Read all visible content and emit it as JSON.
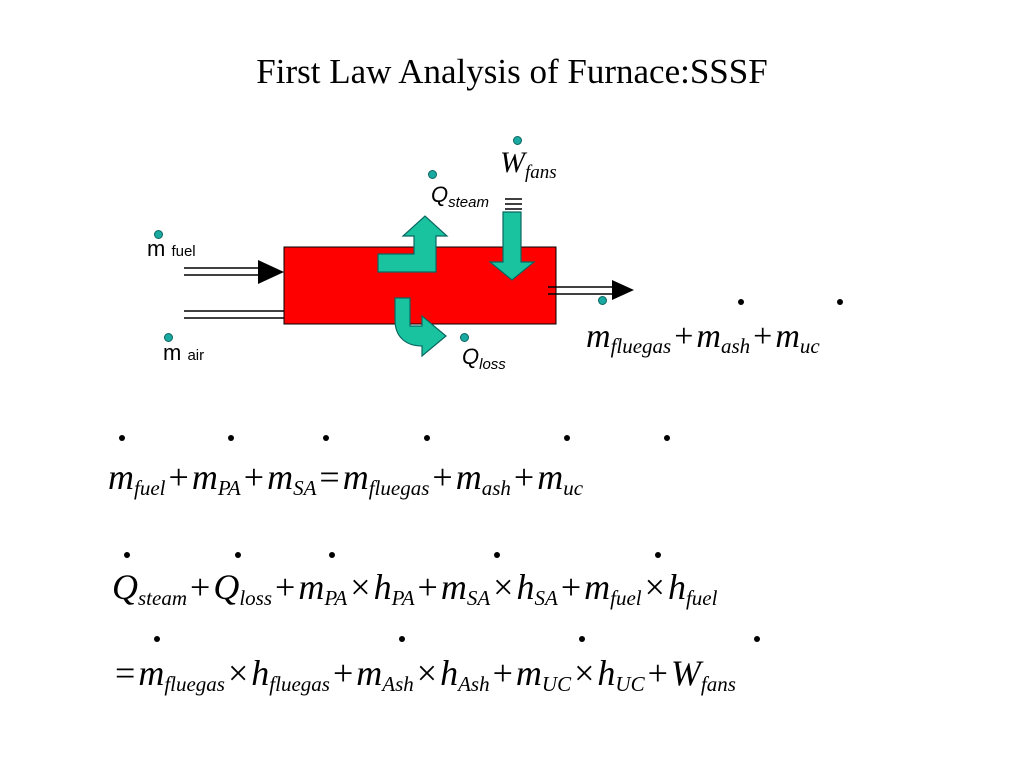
{
  "title": "First Law Analysis of Furnace:SSSF",
  "diagram": {
    "furnace_color": "#ff0000",
    "arrow_color": "#19c3a0",
    "labels": {
      "m_fuel": {
        "m": "m",
        "sub": "fuel"
      },
      "m_air": {
        "m": "m",
        "sub": "air"
      },
      "q_steam": {
        "sym": "Q",
        "sub": "steam"
      },
      "q_loss": {
        "sym": "Q",
        "sub": "loss"
      },
      "w_fans": {
        "sym": "W",
        "sub": "fans"
      }
    },
    "outlet_expression": {
      "t1": "m",
      "s1": "fluegas",
      "op1": "+",
      "t2": "m",
      "s2": "ash",
      "op2": "+",
      "t3": "m",
      "s3": "uc"
    }
  },
  "equations": {
    "mass_balance": {
      "a": "m",
      "as": "fuel",
      "p1": "+",
      "b": "m",
      "bs": "PA",
      "p2": "+",
      "c": "m",
      "cs": "SA",
      "eq": "=",
      "d": "m",
      "ds": "fluegas",
      "p3": "+",
      "e": "m",
      "es": "ash",
      "p4": "+",
      "f": "m",
      "fs": "uc"
    },
    "energy_line1": {
      "q1": "Q",
      "q1s": "steam",
      "p1": "+",
      "q2": "Q",
      "q2s": "loss",
      "p2": "+",
      "m1": "m",
      "m1s": "PA",
      "x1": "×",
      "h1": "h",
      "h1s": "PA",
      "p3": "+",
      "m2": "m",
      "m2s": "SA",
      "x2": "×",
      "h2": "h",
      "h2s": "SA",
      "p4": "+",
      "m3": "m",
      "m3s": "fuel",
      "x3": "×",
      "h3": "h",
      "h3s": "fuel"
    },
    "energy_line2": {
      "eq": "=",
      "m1": "m",
      "m1s": "fluegas",
      "x1": "×",
      "h1": "h",
      "h1s": "fluegas",
      "p1": "+",
      "m2": "m",
      "m2s": "Ash",
      "x2": "×",
      "h2": "h",
      "h2s": "Ash",
      "p2": "+",
      "m3": "m",
      "m3s": "UC",
      "x3": "×",
      "h3": "h",
      "h3s": "UC",
      "p3": "+",
      "w": "W",
      "ws": "fans"
    }
  }
}
